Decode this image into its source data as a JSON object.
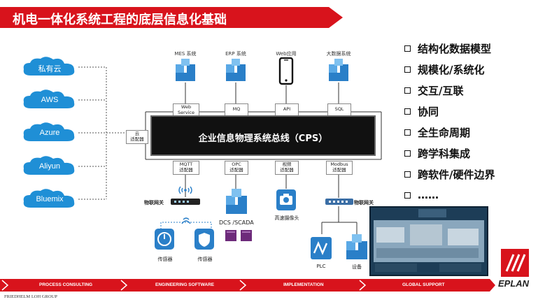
{
  "title": "机电一体化系统工程的底层信息化基础",
  "clouds": [
    "私有云",
    "AWS",
    "Azure",
    "Aliyun",
    "Bluemix"
  ],
  "top_systems": [
    {
      "label": "MES 系统",
      "icon": "cube-stack-icon"
    },
    {
      "label": "ERP 系统",
      "icon": "cube-stack-icon"
    },
    {
      "label": "Web应用",
      "icon": "smartphone-icon"
    },
    {
      "label": "大数据系统",
      "icon": "cube-stack-icon"
    }
  ],
  "top_adapters": [
    "Web\nService",
    "MQ",
    "API",
    "SQL"
  ],
  "cloud_adapter": "云\n适配器",
  "bus_label": "企业信息物理系统总线（CPS）",
  "bottom_adapters": [
    "MQTT\n适配器",
    "OPC\n适配器",
    "视频\n适配器",
    "Modbus\n适配器"
  ],
  "devices": {
    "iot_gateway_left": "物联网关",
    "dcs": "DCS /SCADA",
    "camera": "高速摄像头",
    "iot_gateway_right": "物联网关",
    "sensor_1": "传感器",
    "sensor_2": "传感器",
    "plc": "PLC",
    "equipment": "设备"
  },
  "features": [
    "结构化数据模型",
    "规模化/系统化",
    "交互/互联",
    "协同",
    "全生命周期",
    "跨学科集成",
    "跨软件/硬件边界",
    "……"
  ],
  "footer": [
    "PROCESS CONSULTING",
    "ENGINEERING SOFTWARE",
    "IMPLEMENTATION",
    "GLOBAL SUPPORT"
  ],
  "company": "FRIEDHELM LOH GROUP",
  "logo": "EPLAN",
  "colors": {
    "brand_red": "#d8131c",
    "cloud_blue": "#1f8fd6",
    "icon_blue": "#2a7fc8",
    "bus_black": "#111111"
  }
}
